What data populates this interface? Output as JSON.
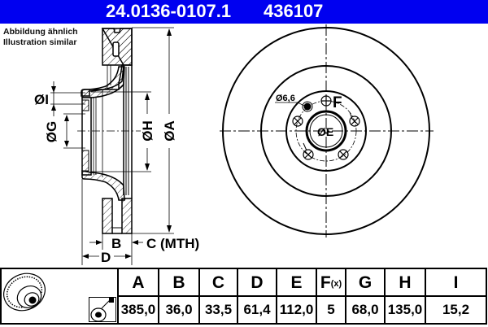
{
  "header": {
    "part_number": "24.0136-0107.1",
    "reference_number": "436107",
    "background_color": "#0000f0",
    "text_color": "#ffffff"
  },
  "caption": {
    "line1": "Abbildung ähnlich",
    "line2": "Illustration similar"
  },
  "side_view": {
    "labels": {
      "dia_I": "ØI",
      "dia_G": "ØG",
      "dia_H": "ØH",
      "dia_A": "ØA",
      "B": "B",
      "C": "C (MTH)",
      "D": "D"
    }
  },
  "front_view": {
    "labels": {
      "bolt_hole": "Ø6,6",
      "holes": "F",
      "center_bore": "ØE"
    }
  },
  "table": {
    "columns": [
      {
        "key": "A",
        "label": "A",
        "value": "385,0"
      },
      {
        "key": "B",
        "label": "B",
        "value": "36,0"
      },
      {
        "key": "C",
        "label": "C",
        "value": "33,5"
      },
      {
        "key": "D",
        "label": "D",
        "value": "61,4"
      },
      {
        "key": "E",
        "label": "E",
        "value": "112,0"
      },
      {
        "key": "F",
        "label": "F",
        "label_sub": "(x)",
        "value": "5"
      },
      {
        "key": "G",
        "label": "G",
        "value": "68,0"
      },
      {
        "key": "H",
        "label": "H",
        "value": "135,0"
      },
      {
        "key": "I",
        "label": "I",
        "value": "15,2"
      }
    ]
  }
}
